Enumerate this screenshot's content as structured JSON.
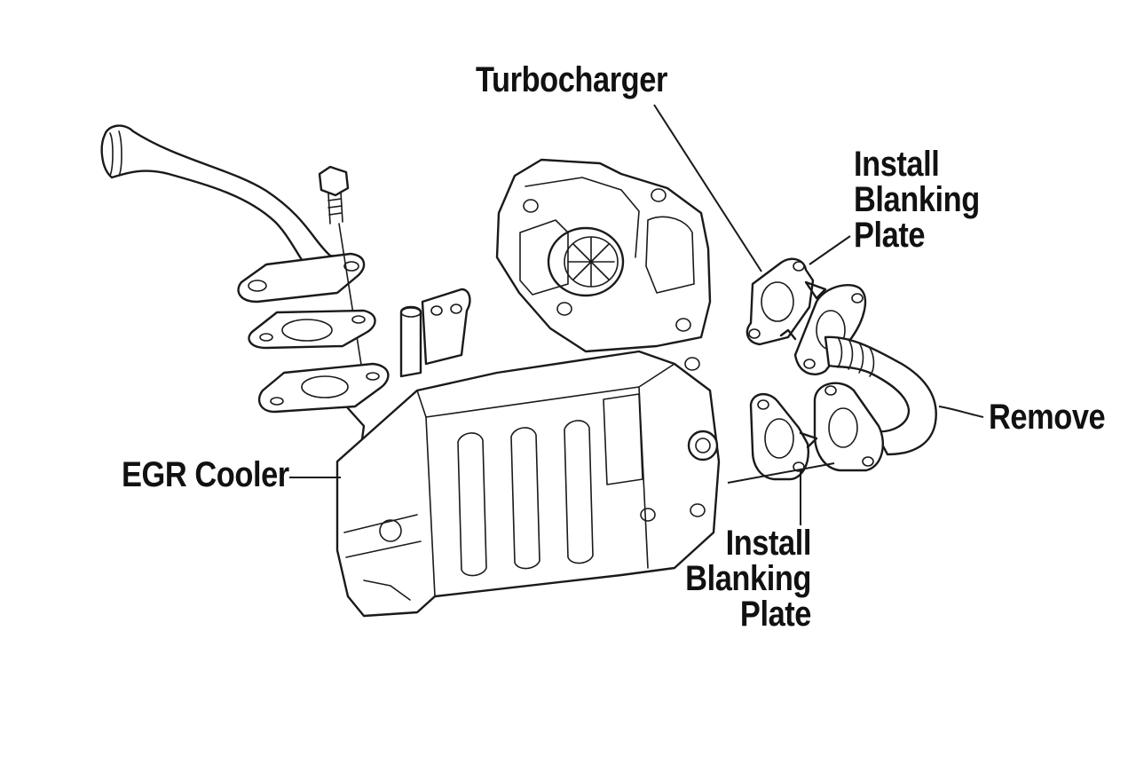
{
  "labels": {
    "turbocharger": "Turbocharger",
    "blanking_plate_top": [
      "Install",
      "Blanking",
      "Plate"
    ],
    "remove": "Remove",
    "egr_cooler": "EGR Cooler",
    "blanking_plate_bottom": [
      "Install",
      "Blanking",
      "Plate"
    ]
  },
  "colors": {
    "background": "#ffffff",
    "ink": "#111111"
  }
}
